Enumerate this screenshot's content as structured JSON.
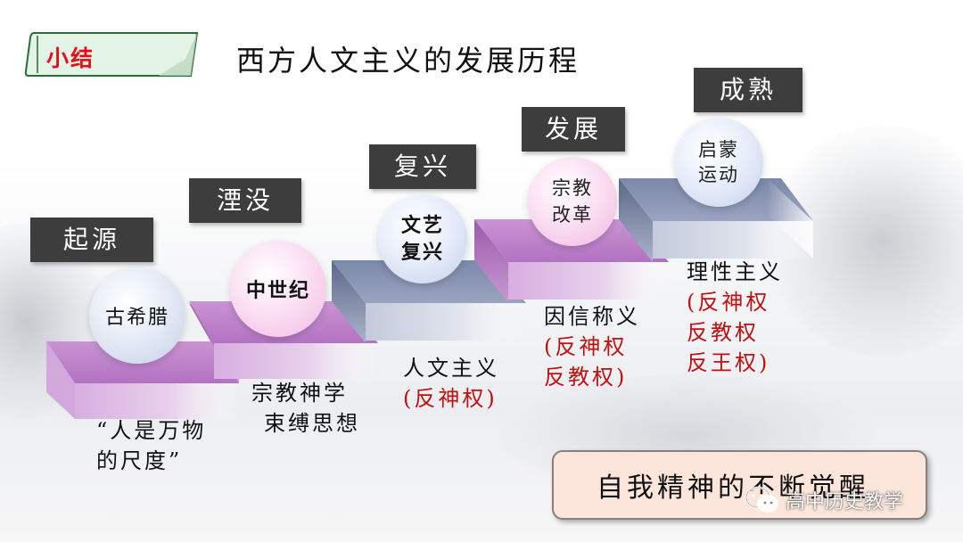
{
  "badge": {
    "label": "小结"
  },
  "title": "西方人文主义的发展历程",
  "stages": [
    {
      "label": "起源",
      "bubble": [
        "古希腊"
      ],
      "desc": [
        "“人是万物",
        "的尺度”"
      ],
      "desc_red": []
    },
    {
      "label": "湮没",
      "bubble": [
        "中世纪"
      ],
      "desc": [
        "宗教神学",
        "束缚思想"
      ],
      "desc_red": []
    },
    {
      "label": "复兴",
      "bubble": [
        "文艺",
        "复兴"
      ],
      "desc": [
        "人文主义"
      ],
      "desc_red": [
        "(反神权)"
      ]
    },
    {
      "label": "发展",
      "bubble": [
        "宗教",
        "改革"
      ],
      "desc": [
        "因信称义"
      ],
      "desc_red": [
        "(反神权",
        "反教权)"
      ]
    },
    {
      "label": "成熟",
      "bubble": [
        "启蒙",
        "运动"
      ],
      "desc": [
        "理性主义"
      ],
      "desc_red": [
        "(反神权",
        "反教权",
        "反王权)"
      ]
    }
  ],
  "summary": "自我精神的不断觉醒",
  "watermark": "高中历史教学",
  "colors": {
    "badge_text": "#e0101d",
    "badge_fill": "#e3f3e6",
    "label_bg": "#3d3d3d",
    "step_purple": "#b070c0",
    "step_blue": "#8090b0",
    "desc_red": "#c01010",
    "summary_bg": "#fce6dc"
  }
}
